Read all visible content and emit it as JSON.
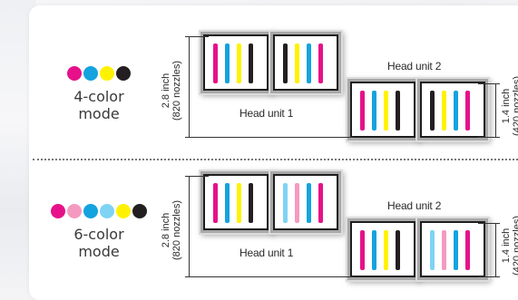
{
  "colors": {
    "cyan": "#14a3df",
    "magenta": "#e6118a",
    "yellow": "#fff200",
    "black": "#231f20",
    "light_magenta": "#f49ac1",
    "light_cyan": "#7fd3f4"
  },
  "sections": [
    {
      "mode_label_line1": "4-color",
      "mode_label_line2": "mode",
      "dots": [
        "magenta",
        "cyan",
        "yellow",
        "black"
      ],
      "head_unit_1": "Head unit 1",
      "head_unit_2": "Head unit 2",
      "dim_tall_line1": "2.8 inch",
      "dim_tall_line2": "(820 nozzles)",
      "dim_short_line1": "1.4 inch",
      "dim_short_line2": "(420 nozzles)",
      "heads": [
        [
          "magenta",
          "cyan",
          "yellow",
          "black"
        ],
        [
          "black",
          "yellow",
          "cyan",
          "magenta"
        ],
        [
          "magenta",
          "cyan",
          "yellow",
          "black"
        ],
        [
          "black",
          "yellow",
          "cyan",
          "magenta"
        ]
      ]
    },
    {
      "mode_label_line1": "6-color",
      "mode_label_line2": "mode",
      "dots": [
        "magenta",
        "light_magenta",
        "cyan",
        "light_cyan",
        "yellow",
        "black"
      ],
      "head_unit_1": "Head unit 1",
      "head_unit_2": "Head unit 2",
      "dim_tall_line1": "2.8 inch",
      "dim_tall_line2": "(820 nozzles)",
      "dim_short_line1": "1.4 inch",
      "dim_short_line2": "(420 nozzles)",
      "heads": [
        [
          "magenta",
          "cyan",
          "yellow",
          "black"
        ],
        [
          "light_cyan",
          "light_magenta",
          "cyan",
          "magenta"
        ],
        [
          "magenta",
          "cyan",
          "yellow",
          "black"
        ],
        [
          "light_cyan",
          "light_magenta",
          "cyan",
          "magenta"
        ]
      ]
    }
  ]
}
